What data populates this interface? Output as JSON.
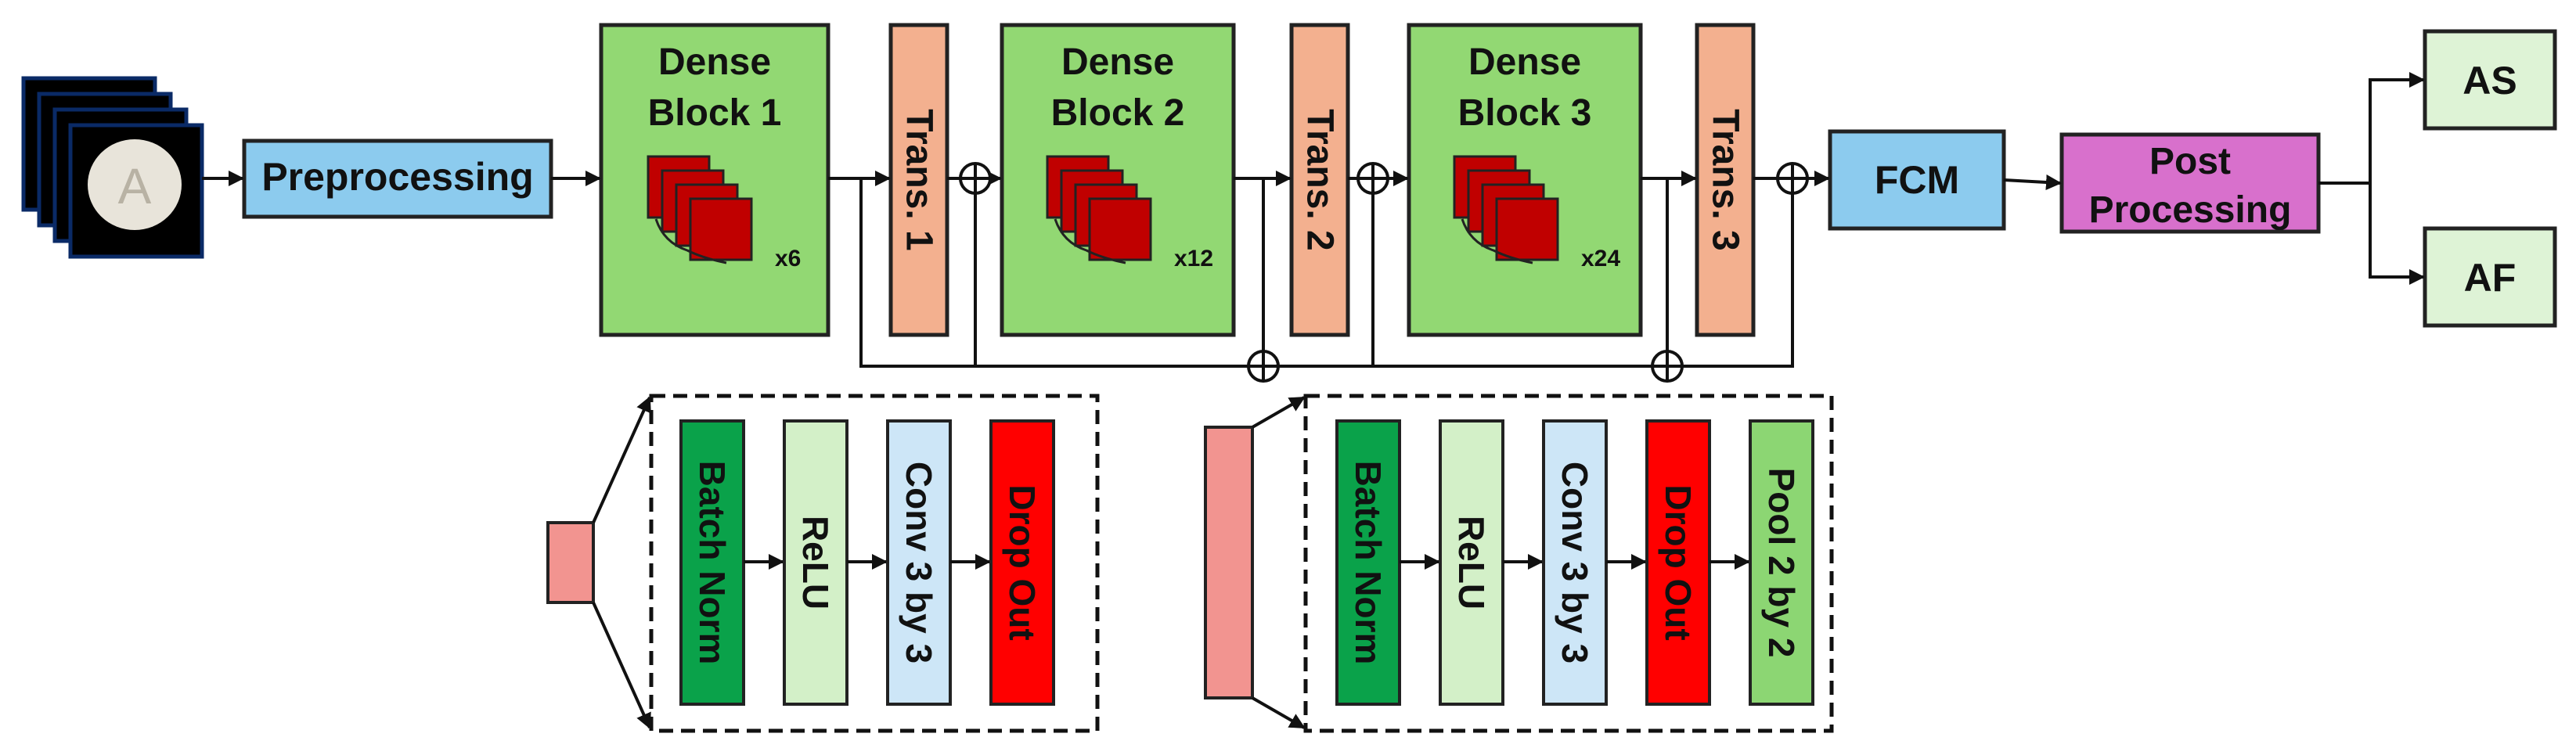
{
  "input": {
    "letter": "A"
  },
  "preprocessing": {
    "label": "Preprocessing"
  },
  "dense_blocks": [
    {
      "line1": "Dense",
      "line2": "Block 1",
      "repeat": "x6"
    },
    {
      "line1": "Dense",
      "line2": "Block 2",
      "repeat": "x12"
    },
    {
      "line1": "Dense",
      "line2": "Block 3",
      "repeat": "x24"
    }
  ],
  "transitions": [
    "Trans. 1",
    "Trans. 2",
    "Trans. 3"
  ],
  "fcm": {
    "label": "FCM"
  },
  "post_processing": {
    "line1": "Post",
    "line2": "Processing"
  },
  "outputs": [
    "AS",
    "AF"
  ],
  "dense_detail": {
    "layers": [
      {
        "label": "Batch Norm",
        "color": "#0aa24a"
      },
      {
        "label": "ReLU",
        "color": "#d3f0c8"
      },
      {
        "label": "Conv 3 by 3",
        "color": "#cde6f7"
      },
      {
        "label": "Drop Out",
        "color": "#ff0000"
      }
    ]
  },
  "transition_detail": {
    "layers": [
      {
        "label": "Batch Norm",
        "color": "#0aa24a"
      },
      {
        "label": "ReLU",
        "color": "#d3f0c8"
      },
      {
        "label": "Conv 3 by 3",
        "color": "#cde6f7"
      },
      {
        "label": "Drop Out",
        "color": "#ff0000"
      },
      {
        "label": "Pool 2 by 2",
        "color": "#8cd673"
      }
    ]
  },
  "colors": {
    "dense_block": "#92d873",
    "transition": "#f3b08f",
    "preprocessing": "#8ccbee",
    "fcm": "#8ccbee",
    "post_processing": "#d870cc",
    "output": "#def3d6",
    "feature_map": "#c00000",
    "expander": "#f29490"
  }
}
